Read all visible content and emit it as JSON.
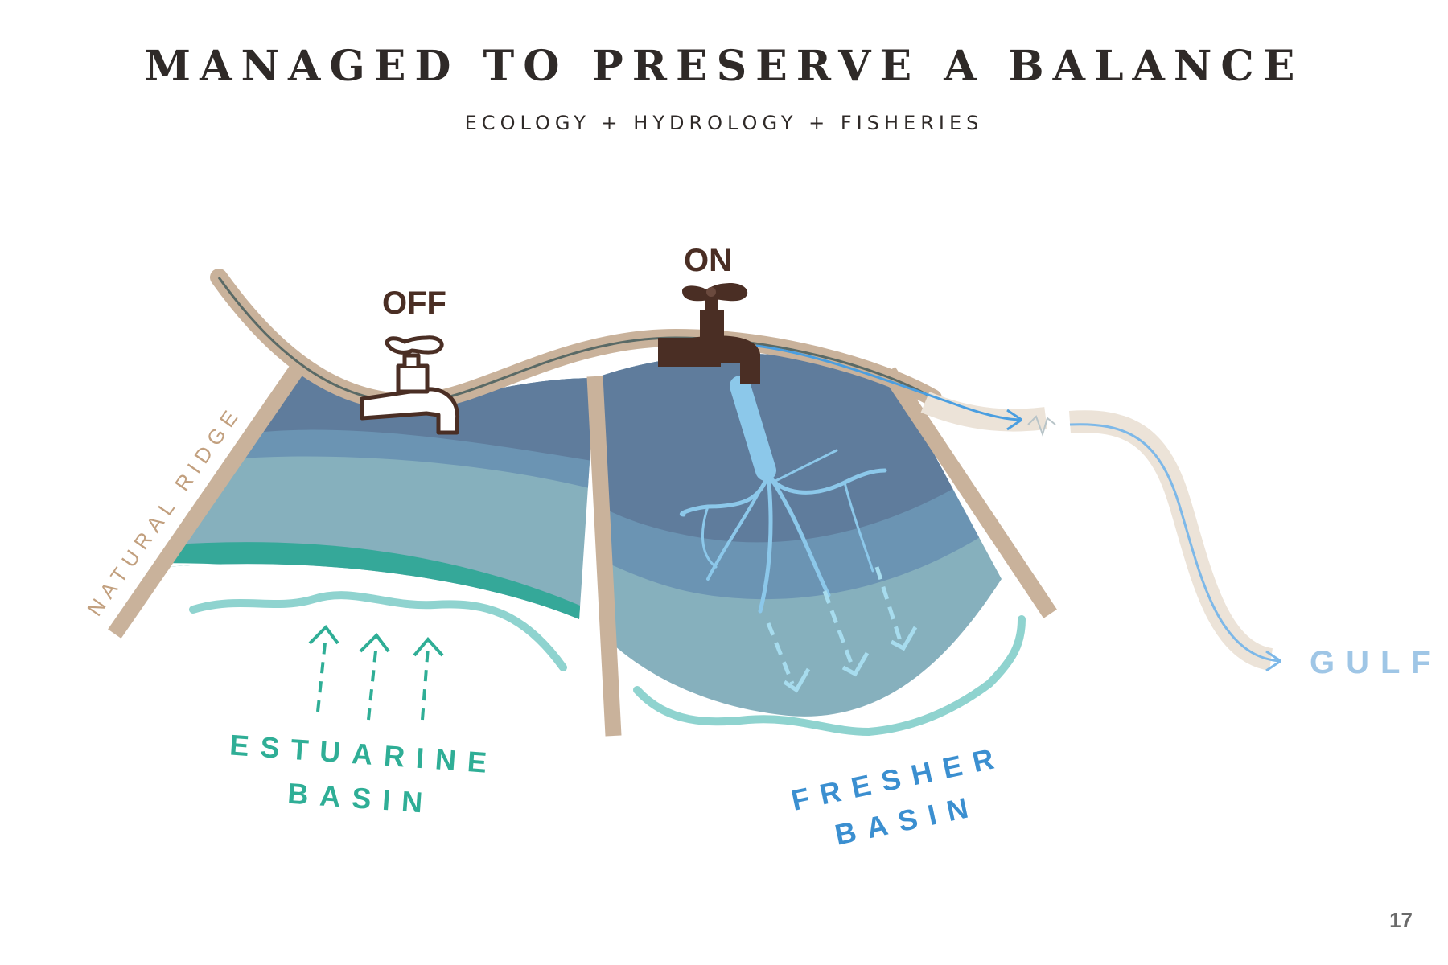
{
  "header": {
    "title": "MANAGED TO PRESERVE A BALANCE",
    "subtitle": "ECOLOGY + HYDROLOGY + FISHERIES"
  },
  "labels": {
    "off": "OFF",
    "on": "ON",
    "natural_ridge": "NATURAL RIDGE",
    "estuarine_line1": "ESTUARINE",
    "estuarine_line2": "BASIN",
    "fresher_line1": "FRESHER",
    "fresher_line2": "BASIN",
    "gulf": "GULF"
  },
  "page_number": "17",
  "colors": {
    "ridge": "#c9b29b",
    "faucet_off": "#ffffff",
    "faucet_outline": "#4a2e24",
    "faucet_on": "#4a2e24",
    "water_dark": "#5f7c9c",
    "water_mid": "#6b94b3",
    "water_light": "#86b0bd",
    "water_green": "#35a899",
    "estuarine_text": "#2fae96",
    "fresher_text": "#3b8fd0",
    "gulf_text": "#9fc6e6",
    "flow_line": "#4a9ee0",
    "roots": "#8cc8ea",
    "wave_teal": "#8fd3cf"
  }
}
